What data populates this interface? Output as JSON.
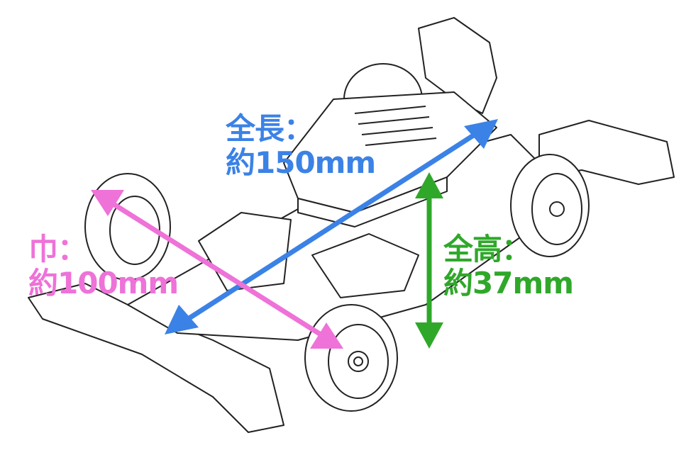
{
  "labels": {
    "length": {
      "title": "全長：",
      "value": "約150mm"
    },
    "width": {
      "title": "巾：",
      "value": "約100mm"
    },
    "height": {
      "title": "全高：",
      "value": "約37mm"
    }
  },
  "colors": {
    "length": "#3b82e6",
    "width": "#ee72d8",
    "height": "#2fa82a",
    "line": "#222222"
  }
}
